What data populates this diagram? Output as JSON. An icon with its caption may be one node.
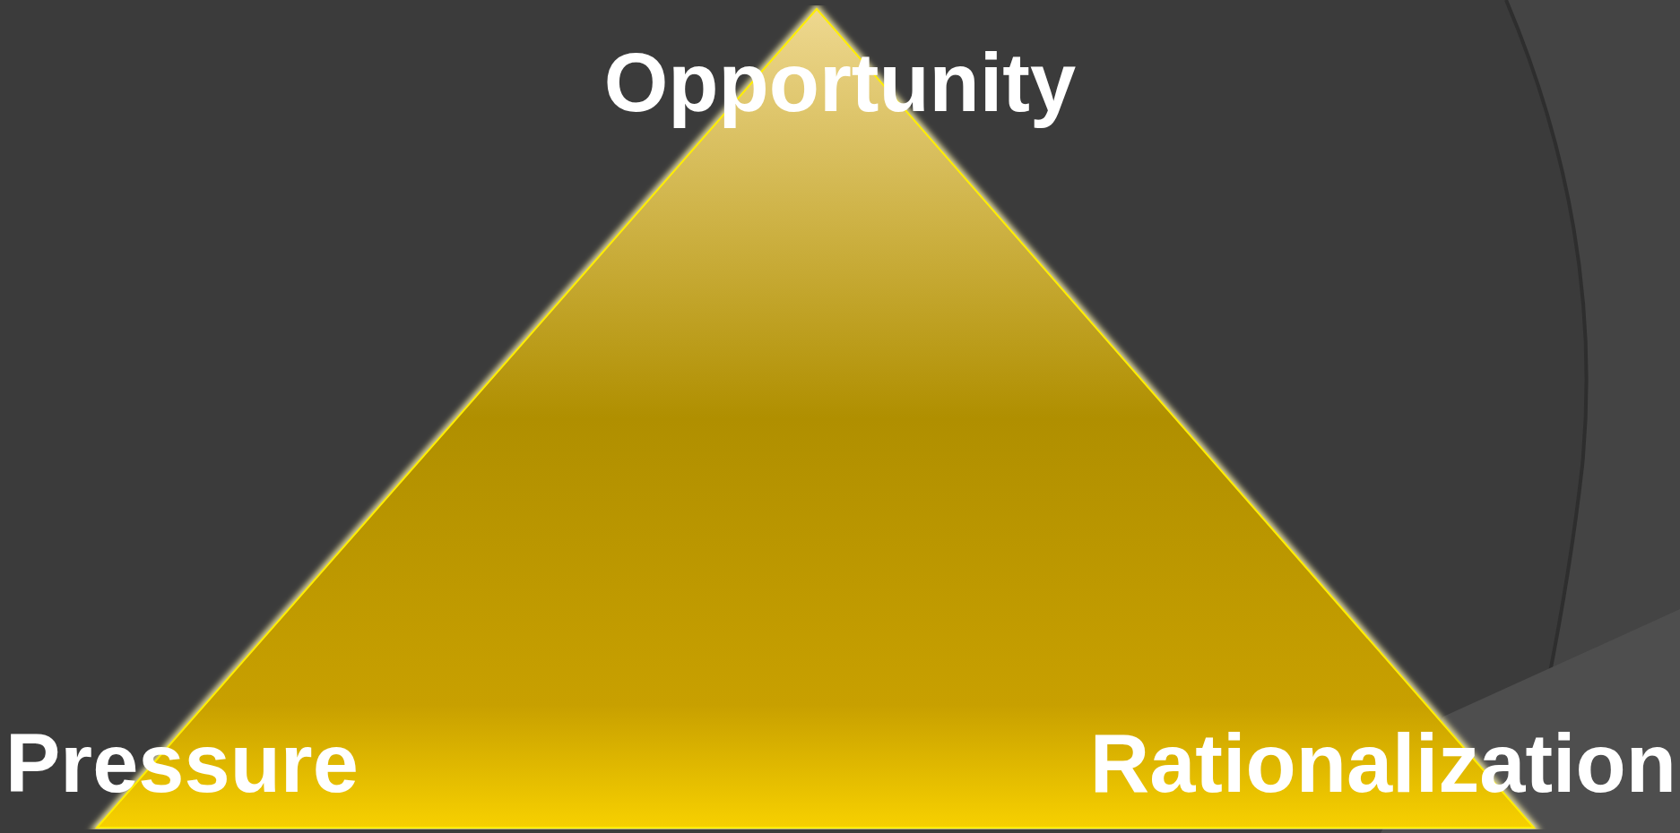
{
  "diagram": {
    "nodes": [
      {
        "text": [
          "Opportunity",
          "Pressure",
          "Rationalization"
        ]
      }
    ]
  }
}
